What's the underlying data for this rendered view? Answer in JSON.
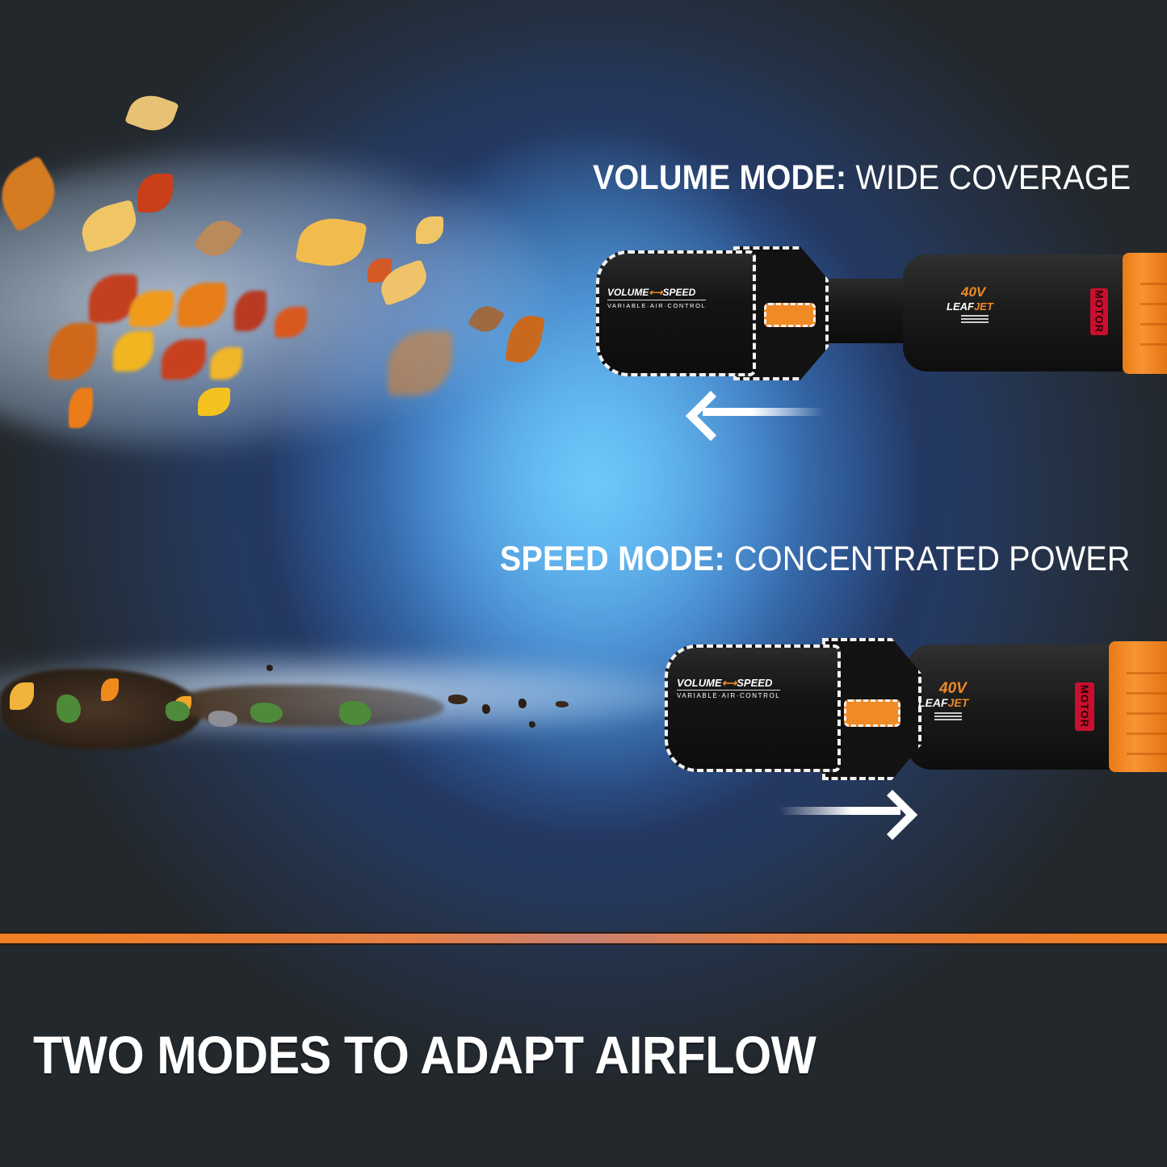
{
  "modes": {
    "volume": {
      "label_bold": "VOLUME MODE:",
      "label_light": " WIDE COVERAGE",
      "arrow_direction": "left",
      "illustration": "blowing-autumn-leaves"
    },
    "speed": {
      "label_bold": "SPEED MODE:",
      "label_light": " CONCENTRATED POWER",
      "arrow_direction": "right",
      "illustration": "blowing-dirt-and-debris"
    }
  },
  "product": {
    "nozzle_label_volume": "VOLUME",
    "nozzle_label_arrow": "⟷",
    "nozzle_label_speed": "SPEED",
    "nozzle_sublabel": "VARIABLE·AIR·CONTROL",
    "voltage": "40V",
    "brand_a": "LEAF",
    "brand_b": "JET",
    "motor_badge": "MOTOR"
  },
  "footer": {
    "tagline": "TWO MODES TO ADAPT AIRFLOW"
  },
  "colors": {
    "accent_orange": "#f07e22",
    "background_dark": "#23282d",
    "glow_blue": "#6ccbfb",
    "motor_red": "#c8102e"
  }
}
